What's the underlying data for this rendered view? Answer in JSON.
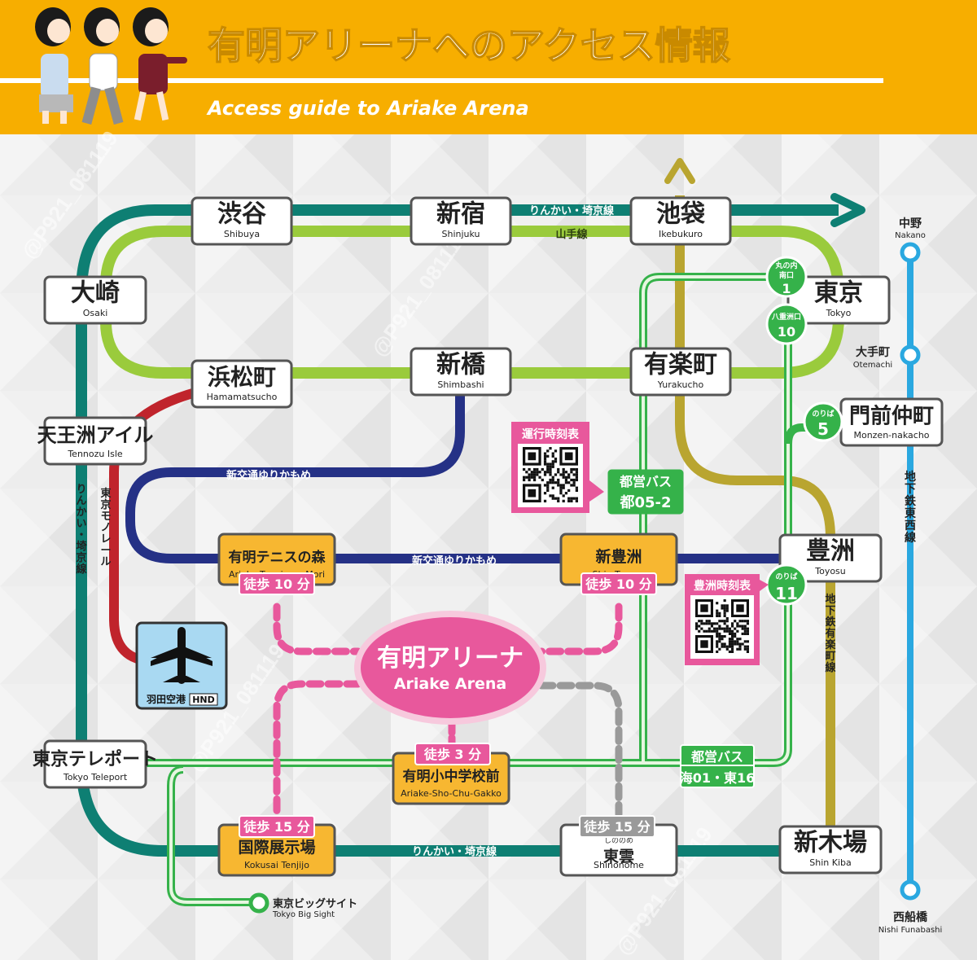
{
  "header": {
    "title": "有明アリーナへのアクセス情報",
    "subtitle": "Access guide to Ariake Arena",
    "bg_color": "#f7ae00"
  },
  "watermark": "@P921_081119",
  "colors": {
    "rinkai": "#0e7f73",
    "yamanote": "#9acb3c",
    "yurikamome": "#253186",
    "monorail": "#c0242c",
    "yurakucho": "#b9a530",
    "tozai": "#2aa8e0",
    "bus": "#35b24a",
    "walk": "#e8589c",
    "walk_gray": "#9a9a9a",
    "arena": "#e8589c",
    "label_orange": "#f7b731"
  },
  "stations": {
    "shibuya": {
      "jp": "渋谷",
      "en": "Shibuya"
    },
    "shinjuku": {
      "jp": "新宿",
      "en": "Shinjuku"
    },
    "ikebukuro": {
      "jp": "池袋",
      "en": "Ikebukuro"
    },
    "osaki": {
      "jp": "大崎",
      "en": "Osaki"
    },
    "tokyo": {
      "jp": "東京",
      "en": "Tokyo"
    },
    "hamamatsucho": {
      "jp": "浜松町",
      "en": "Hamamatsucho"
    },
    "shimbashi": {
      "jp": "新橋",
      "en": "Shimbashi"
    },
    "yurakucho": {
      "jp": "有楽町",
      "en": "Yurakucho"
    },
    "tennozu": {
      "jp": "天王洲アイル",
      "en": "Tennozu Isle"
    },
    "monzen": {
      "jp": "門前仲町",
      "en": "Monzen-nakacho"
    },
    "toyosu": {
      "jp": "豊洲",
      "en": "Toyosu"
    },
    "teleport": {
      "jp": "東京テレポート",
      "en": "Tokyo Teleport"
    },
    "shinkiba": {
      "jp": "新木場",
      "en": "Shin Kiba"
    },
    "tennis": {
      "jp": "有明テニスの森",
      "en": "Ariake Tennis-no-Mori"
    },
    "shintoyosu": {
      "jp": "新豊洲",
      "en": "Shin Toyosu"
    },
    "gakko": {
      "jp": "有明小中学校前",
      "en": "Ariake-Sho-Chu-Gakko"
    },
    "kokusai": {
      "jp": "国際展示場",
      "en": "Kokusai Tenjijo"
    },
    "shinonome": {
      "jp": "東雲",
      "en": "Shinonome",
      "ruby": "しののめ"
    },
    "bigsight": {
      "jp": "東京ビッグサイト",
      "en": "Tokyo Big Sight"
    },
    "nakano": {
      "jp": "中野",
      "en": "Nakano"
    },
    "otemachi": {
      "jp": "大手町",
      "en": "Otemachi"
    },
    "nishifunabashi": {
      "jp": "西船橋",
      "en": "Nishi Funabashi"
    }
  },
  "lines": {
    "rinkai_saikyo": "りんかい・埼京線",
    "yamanote": "山手線",
    "yurikamome": "新交通ゆりかもめ",
    "monorail": "東京モノレール",
    "rinkai_vertical": "りんかい・埼京線",
    "tozai": "地下鉄東西線",
    "yurakucho": "地下鉄有楽町線"
  },
  "bus_stops": {
    "marunouchi": {
      "name": "丸の内\n南口",
      "num": "1"
    },
    "yaesu": {
      "name": "八重洲口",
      "num": "10"
    },
    "monzen": {
      "name": "のりば",
      "num": "5"
    },
    "toyosu": {
      "name": "のりば",
      "num": "11"
    }
  },
  "bus_labels": {
    "top": {
      "title": "都営バス",
      "route": "都05-2"
    },
    "bottom": {
      "title": "都営バス",
      "route": "海01・東16"
    }
  },
  "timetables": {
    "operation": "運行時刻表",
    "toyosu": "豊洲時刻表"
  },
  "walks": {
    "tennis": "徒歩 10 分",
    "shintoyosu": "徒歩 10 分",
    "gakko": "徒歩 3 分",
    "kokusai": "徒歩 15 分",
    "shinonome": "徒歩 15 分"
  },
  "arena": {
    "jp": "有明アリーナ",
    "en": "Ariake Arena"
  },
  "airport": {
    "jp": "羽田空港",
    "code": "HND"
  }
}
